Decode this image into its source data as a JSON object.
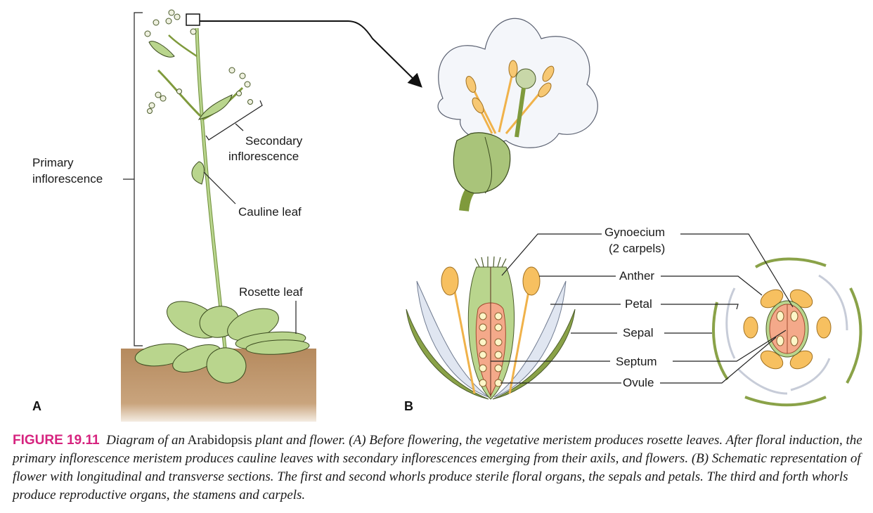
{
  "figure": {
    "panel_a": "A",
    "panel_b": "B",
    "labels_a": {
      "primary_l1": "Primary",
      "primary_l2": "inflorescence",
      "secondary_l1": "Secondary",
      "secondary_l2": "inflorescence",
      "cauline": "Cauline leaf",
      "rosette": "Rosette leaf"
    },
    "labels_b": {
      "gynoecium_l1": "Gynoecium",
      "gynoecium_l2": "(2 carpels)",
      "anther": "Anther",
      "petal": "Petal",
      "sepal": "Sepal",
      "septum": "Septum",
      "ovule": "Ovule"
    }
  },
  "caption": {
    "figure_number": "FIGURE 19.11",
    "part1": "Diagram of an",
    "species": "Arabidopsis",
    "part2": "plant and flower. (A) Before flowering, the vegetative meristem produces rosette leaves. After floral induction, the primary inflorescence meristem produces cauline leaves with secondary inflorescences emerging from their axils, and flowers. (B) Schematic representation of flower with longitudinal and transverse sections. The first and second whorls produce sterile floral organs, the sepals and petals. The third and forth whorls produce reproductive organs, the stamens and carpels."
  },
  "colors": {
    "accent": "#d6247f",
    "leaf": "#b9d58d",
    "sepal": "#7f9a3c",
    "petal": "#dfe5f0",
    "anther": "#f5c060",
    "ovary": "#f4a98a",
    "soil": "#b58a5e"
  }
}
